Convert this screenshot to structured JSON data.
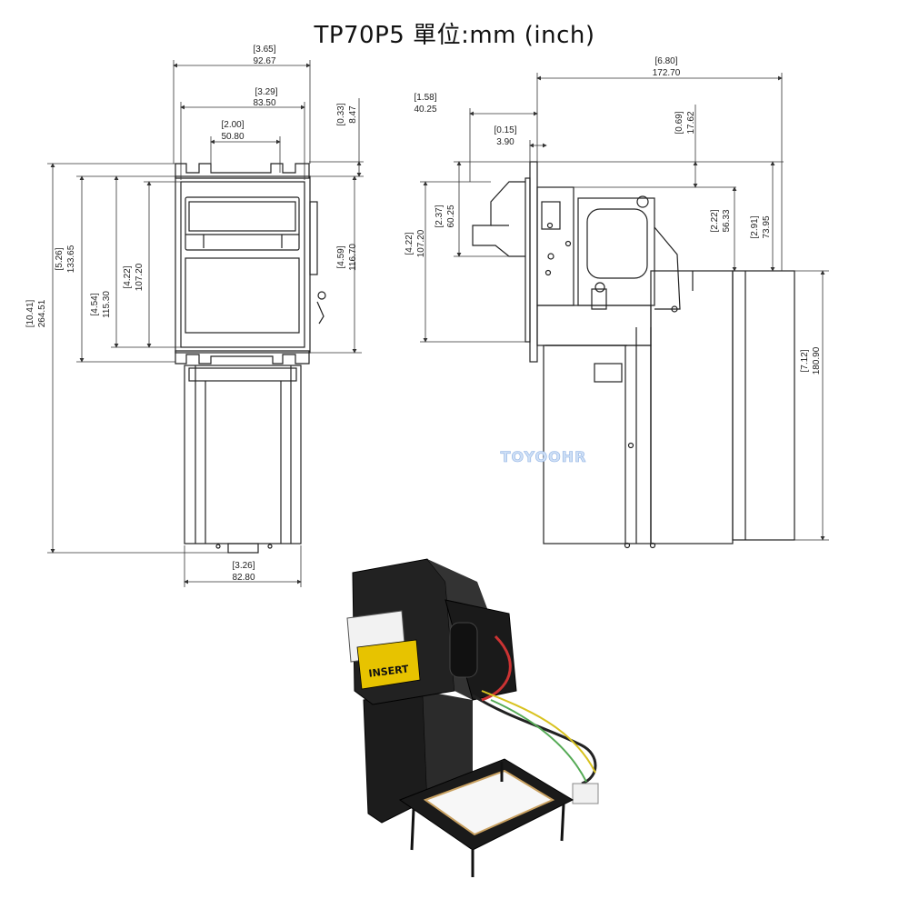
{
  "title": "TP70P5 單位:mm (inch)",
  "watermark": "TOYOOHR",
  "product_label": "INSERT",
  "dimensions": {
    "front_width": {
      "inch": "[3.65]",
      "mm": "92.67"
    },
    "front_inner_width": {
      "inch": "[3.29]",
      "mm": "83.50"
    },
    "front_opening_width": {
      "inch": "[2.00]",
      "mm": "50.80"
    },
    "front_top_offset": {
      "inch": "[0.33]",
      "mm": "8.47"
    },
    "front_bezel_height": {
      "inch": "[5.26]",
      "mm": "133.65"
    },
    "front_total_height": {
      "inch": "[10.41]",
      "mm": "264.51"
    },
    "front_frame_height": {
      "inch": "[4.54]",
      "mm": "115.30"
    },
    "front_inner_height": {
      "inch": "[4.22]",
      "mm": "107.20"
    },
    "front_side_height": {
      "inch": "[4.59]",
      "mm": "116.70"
    },
    "bottom_width": {
      "inch": "[3.26]",
      "mm": "82.80"
    },
    "side_total_depth": {
      "inch": "[6.80]",
      "mm": "172.70"
    },
    "side_nose_depth": {
      "inch": "[1.58]",
      "mm": "40.25"
    },
    "side_bezel_thickness": {
      "inch": "[0.15]",
      "mm": "3.90"
    },
    "side_top_offset": {
      "inch": "[0.69]",
      "mm": "17.62"
    },
    "side_height": {
      "inch": "[4.22]",
      "mm": "107.20"
    },
    "side_nose_height": {
      "inch": "[2.37]",
      "mm": "60.25"
    },
    "side_upper_height": {
      "inch": "[2.22]",
      "mm": "56.33"
    },
    "side_mid_height": {
      "inch": "[2.91]",
      "mm": "73.95"
    },
    "side_box_height": {
      "inch": "[7.12]",
      "mm": "180.90"
    }
  }
}
